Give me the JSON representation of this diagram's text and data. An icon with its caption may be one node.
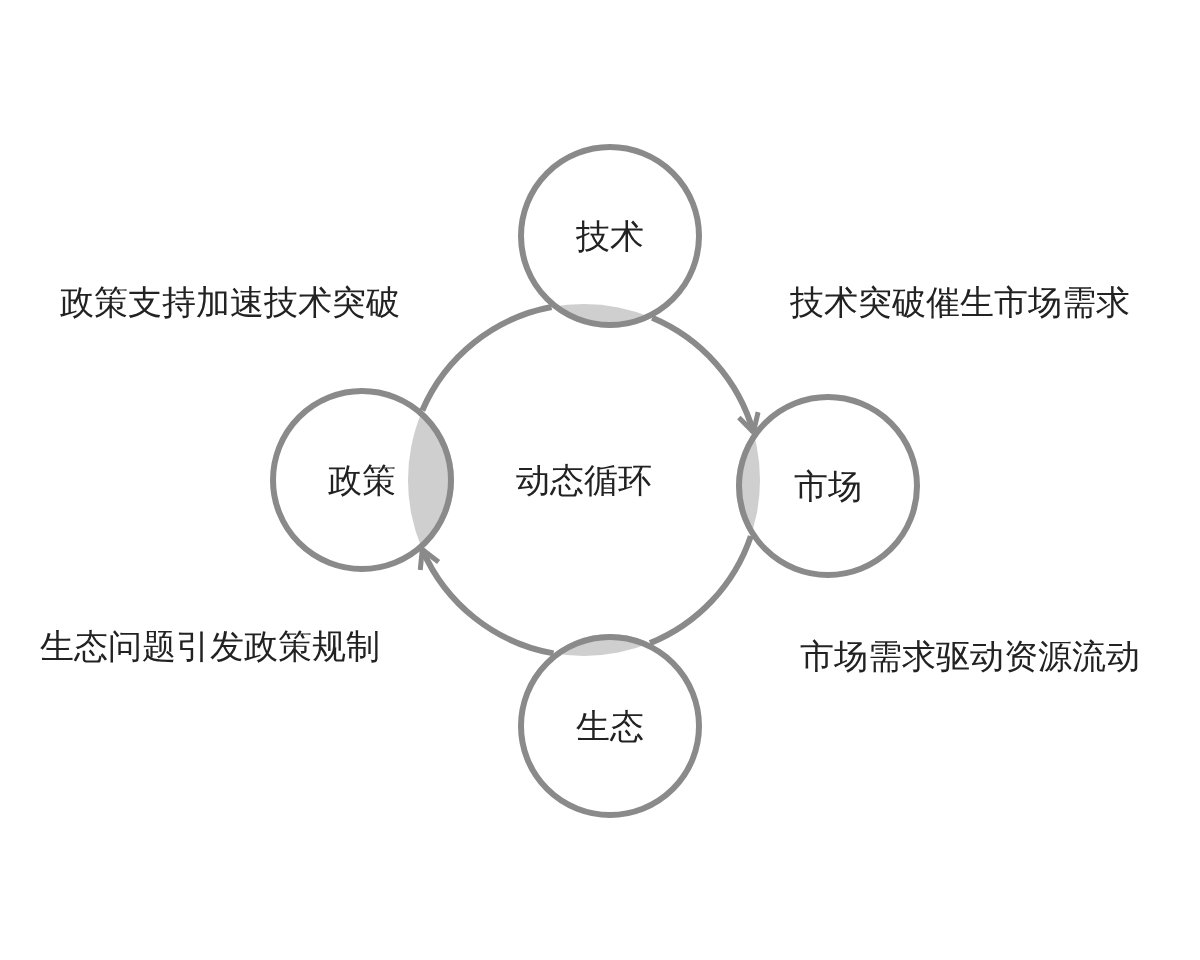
{
  "diagram": {
    "nodes": [
      {
        "text": [
          "动态循环"
        ]
      },
      {
        "text": [
          "技术"
        ]
      },
      {
        "text": [
          "市场"
        ]
      },
      {
        "text": [
          "生态"
        ]
      },
      {
        "text": [
          "政策"
        ]
      }
    ],
    "edges": [
      {
        "from": 1,
        "to": 2,
        "arrow": "to"
      },
      {
        "from": 2,
        "to": 3,
        "arrow": "none"
      },
      {
        "from": 3,
        "to": 4,
        "arrow": "to"
      },
      {
        "from": 4,
        "to": 1,
        "arrow": "none"
      }
    ],
    "labels": [
      "政策支持加速技术突破",
      "技术突破催生市场需求",
      "生态问题引发政策规制",
      "市场需求驱动资源流动"
    ]
  }
}
